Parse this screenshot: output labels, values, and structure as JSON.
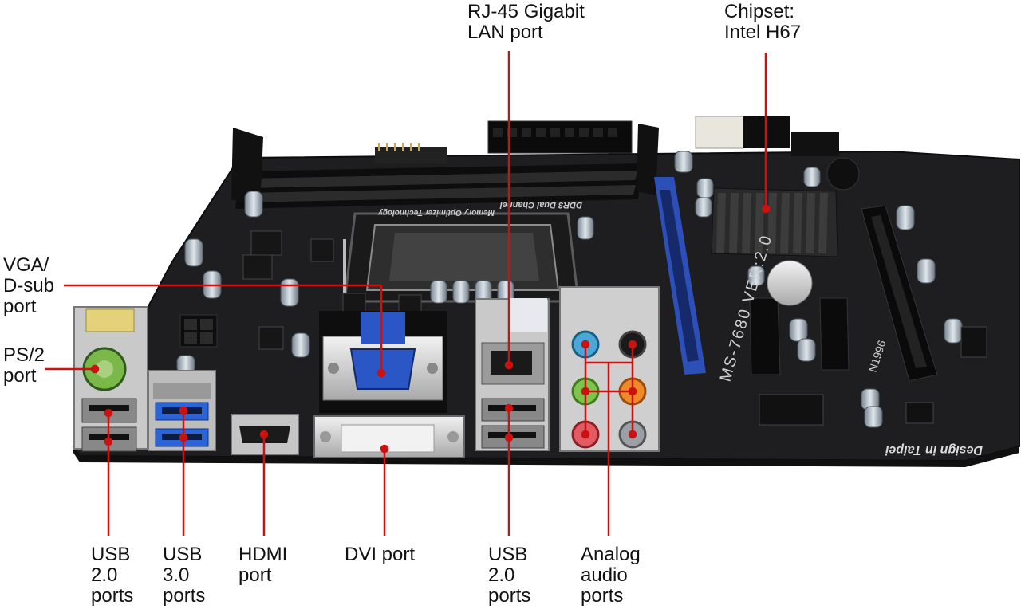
{
  "labels": {
    "rj45": "RJ-45 Gigabit\nLAN port",
    "chipset": "Chipset:\nIntel H67",
    "vga": "VGA/\nD-sub\nport",
    "ps2": "PS/2\nport",
    "usb2_left": "USB\n2.0\nports",
    "usb3": "USB\n3.0\nports",
    "hdmi": "HDMI\nport",
    "dvi": "DVI port",
    "usb2_right": "USB\n2.0\nports",
    "audio": "Analog\naudio\nports"
  },
  "board_text": {
    "model": "MS-7680 VER:2.0",
    "motto": "Design in Taipei",
    "ddr": "DDR3 Dual Channel",
    "tech": "Memory Optimizer Technology",
    "serial": "N1996"
  },
  "colors": {
    "board": "#1e1e20",
    "callout": "#cc1111",
    "pcie_slot": "#2c4fb8",
    "vga_port": "#2a56c6",
    "usb3_port": "#2b64d6",
    "ps2_port": "#7ab84a",
    "audio_blue": "#49a8d8",
    "audio_green": "#7ec34c",
    "audio_pink": "#e25a62",
    "audio_orange": "#ef8a2a",
    "audio_black": "#1a1a1a",
    "audio_gray": "#9aa0a6"
  }
}
